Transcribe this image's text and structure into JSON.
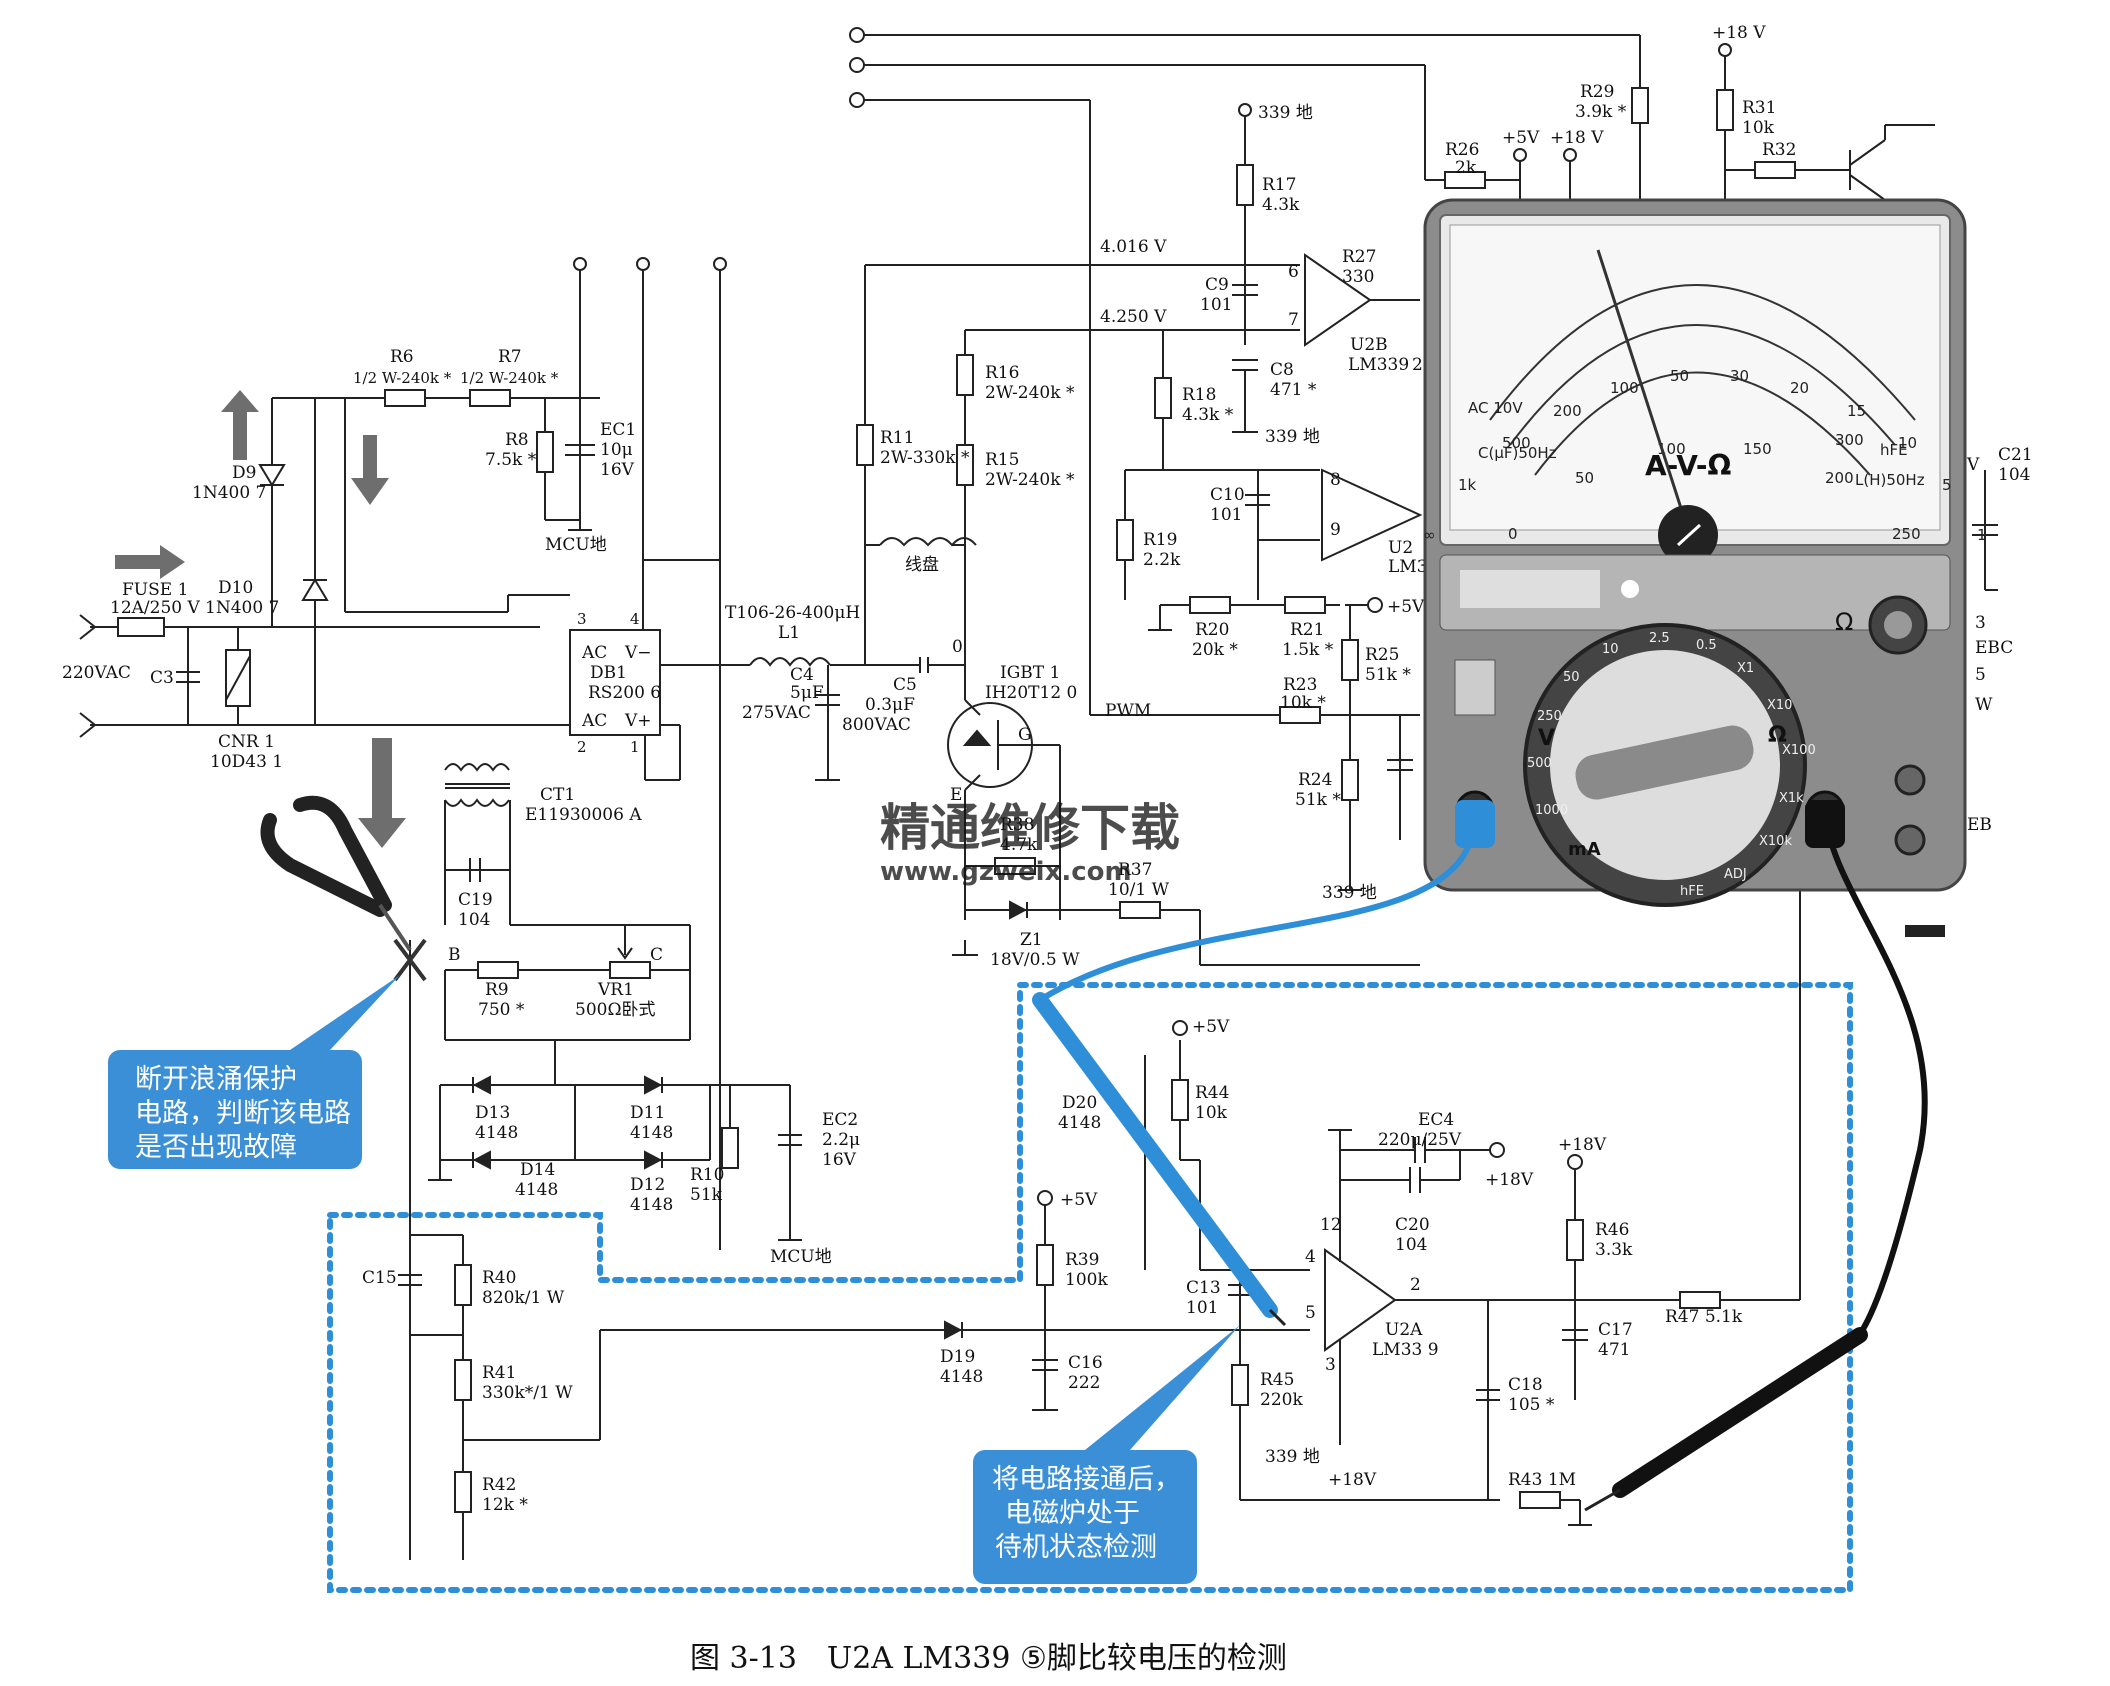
{
  "caption": "图 3-13　U2A LM339 ⑤脚比较电压的检测",
  "callouts": {
    "left": [
      "断开浪涌保护",
      "电路，判断该电路",
      "是否出现故障"
    ],
    "bottom": [
      "将电路接通后，",
      "电磁炉处于",
      "待机状态检测"
    ]
  },
  "watermark": {
    "cn": "精通维修下载",
    "url": "www.gzweix.com"
  },
  "supply": {
    "input": "220VAC",
    "fuse": [
      "FUSE 1",
      "12A/250 V"
    ],
    "c3": "C3",
    "cnr": [
      "CNR 1",
      "10D43 1"
    ],
    "d9": [
      "D9",
      "1N400 7"
    ],
    "d10": [
      "D10",
      "1N400 7"
    ],
    "r6": [
      "R6",
      "1/2 W-240k *"
    ],
    "r7": [
      "R7",
      "1/2 W-240k *"
    ],
    "r8": [
      "R8",
      "7.5k *"
    ],
    "ec1": [
      "EC1",
      "10μ",
      "16V"
    ],
    "mcu_gnd": "MCU地",
    "db1": [
      "DB1",
      "RS200 6"
    ],
    "db1_pins": [
      "AC",
      "V−",
      "AC",
      "V+"
    ],
    "pin_nums": [
      "3",
      "4",
      "2",
      "1"
    ],
    "ct1": [
      "CT1",
      "E11930006 A"
    ]
  },
  "power": {
    "l1": [
      "T106-26-400μH",
      "L1"
    ],
    "c4": [
      "C4",
      "5μF",
      "275VAC"
    ],
    "c5": [
      "C5",
      "0.3μF",
      "800VAC"
    ],
    "r11": [
      "R11",
      "2W-330k *"
    ],
    "r16": [
      "R16",
      "2W-240k *"
    ],
    "r15": [
      "R15",
      "2W-240k *"
    ],
    "coil": "线盘",
    "igbt": [
      "IGBT 1",
      "IH20T12 0"
    ],
    "igbt_pins": [
      "G",
      "E"
    ],
    "zero": "0",
    "r38": [
      "R38",
      "4.7k"
    ],
    "r37": [
      "R37",
      "10/1 W"
    ],
    "z1": [
      "Z1",
      "18V/0.5 W"
    ]
  },
  "comparator_top": {
    "v1": "4.016 V",
    "v2": "4.250 V",
    "gnd339": "339 地",
    "r17": [
      "R17",
      "4.3k"
    ],
    "c9": [
      "C9",
      "101"
    ],
    "c8": [
      "C8",
      "471 *"
    ],
    "r18": [
      "R18",
      "4.3k *"
    ],
    "r27": [
      "R27",
      "330"
    ],
    "u2b": [
      "U2B",
      "LM339"
    ],
    "pins": [
      "6",
      "7",
      "2",
      "8",
      "9"
    ],
    "u2": [
      "U2",
      "LM3"
    ],
    "c10": [
      "C10",
      "101"
    ],
    "r19": [
      "R19",
      "2.2k"
    ],
    "r20": [
      "R20",
      "20k *"
    ],
    "r21": [
      "R21",
      "1.5k *"
    ],
    "plus5": "+5V",
    "r25": [
      "R25",
      "51k *"
    ],
    "r23": [
      "R23",
      "10k *"
    ],
    "r24": [
      "R24",
      "51k *"
    ],
    "pwm": "PWM",
    "r26": [
      "R26",
      "2k"
    ],
    "plus18": "+18 V",
    "r29": [
      "R29",
      "3.9k *"
    ],
    "r31": [
      "R31",
      "10k"
    ],
    "r32": "R32",
    "c21": [
      "C21",
      "104"
    ],
    "v": "V",
    "side": [
      "3",
      "EBC",
      "5",
      "W",
      "EB"
    ]
  },
  "surge": {
    "c19": [
      "C19",
      "104"
    ],
    "b": "B",
    "c": "C",
    "r9": [
      "R9",
      "750 *"
    ],
    "vr1": [
      "VR1",
      "500Ω卧式"
    ],
    "d13": [
      "D13",
      "4148"
    ],
    "d14": [
      "D14",
      "4148"
    ],
    "d11": [
      "D11",
      "4148"
    ],
    "d12": [
      "D12",
      "4148"
    ],
    "r10": [
      "R10",
      "51k"
    ],
    "ec2": [
      "EC2",
      "2.2μ",
      "16V"
    ]
  },
  "comparator_bottom": {
    "c15": "C15",
    "r40": [
      "R40",
      "820k/1 W"
    ],
    "r41": [
      "R41",
      "330k*/1 W"
    ],
    "r42": [
      "R42",
      "12k *"
    ],
    "d19": [
      "D19",
      "4148"
    ],
    "r39": [
      "R39",
      "100k"
    ],
    "c16": [
      "C16",
      "222"
    ],
    "d20": [
      "D20",
      "4148"
    ],
    "r44": [
      "R44",
      "10k"
    ],
    "c13": [
      "C13",
      "101"
    ],
    "r45": [
      "R45",
      "220k"
    ],
    "ec4": [
      "EC4",
      "220μ/25V"
    ],
    "c20": [
      "C20",
      "104"
    ],
    "u2a": [
      "U2A",
      "LM33 9"
    ],
    "pins": [
      "4",
      "5",
      "3",
      "12",
      "2"
    ],
    "r46": [
      "R46",
      "3.3k"
    ],
    "c17": [
      "C17",
      "471"
    ],
    "r47": "R47 5.1k",
    "c18": [
      "C18",
      "105 *"
    ],
    "r43": "R43 1M",
    "gnd339": "339 地",
    "plus5": "+5V",
    "plus18": "+18V"
  },
  "meter": {
    "top_scale": [
      "∞",
      "1k",
      "500",
      "200",
      "100",
      "50",
      "30",
      "20",
      "15",
      "10",
      "5",
      "1"
    ],
    "mid_scale": [
      "0",
      "50",
      "100",
      "150",
      "200",
      "250"
    ],
    "low_scale": [
      "300",
      "hFE"
    ],
    "labels": [
      "AC 10V",
      "C(μF)50Hz",
      "L(H)50Hz"
    ],
    "brand": "A-V-Ω",
    "dial_labels": [
      "1000",
      "500",
      "250",
      "50",
      "10",
      "2.5",
      "0.5",
      "X1",
      "X10",
      "X100",
      "X1k",
      "X10k",
      "ADJ",
      "hFE"
    ],
    "mode_v": "V",
    "mode_ma": "mA",
    "mode_ohm": "Ω"
  }
}
